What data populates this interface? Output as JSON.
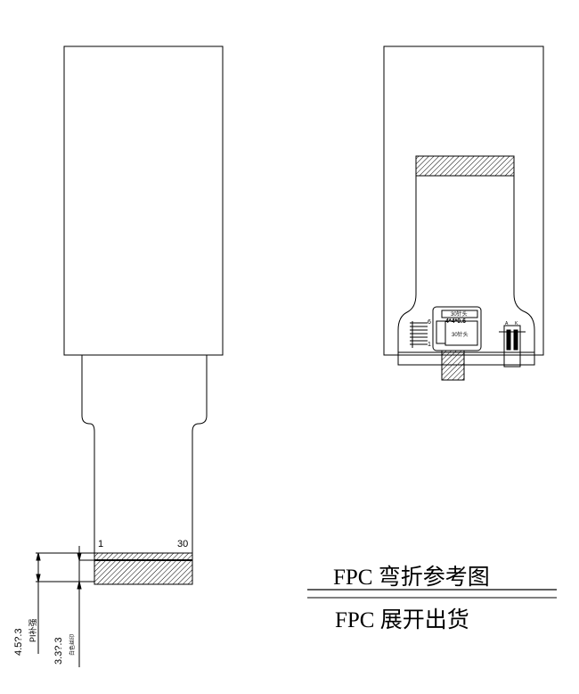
{
  "titles": {
    "bent": "FPC 弯折参考图",
    "unfolded": "FPC 展开出货"
  },
  "left_view": {
    "pin_first": "1",
    "pin_last": "30"
  },
  "dimensions": {
    "pi_dim": "4.5?.3",
    "pi_label": "PI补强",
    "silk_dim": "3.3?.3",
    "silk_label": "白色丝印"
  },
  "right_view": {
    "chip_top": "30针头",
    "chip_size": "4*4*0.6",
    "chip_label": "30针头",
    "pin6": "6",
    "pin1": "1",
    "conn_a": "A",
    "conn_k": "K"
  }
}
